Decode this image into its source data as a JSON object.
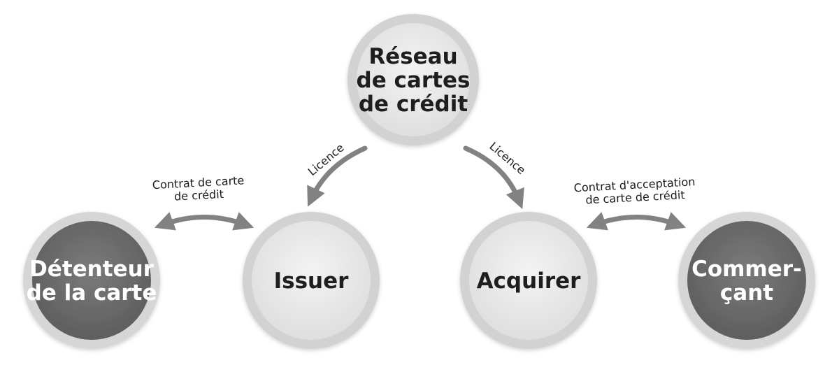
{
  "nodes": {
    "network": {
      "lines": [
        "Réseau",
        "de cartes",
        "de crédit"
      ],
      "style": "light"
    },
    "cardholder": {
      "lines": [
        "Détenteur",
        "de la carte"
      ],
      "style": "dark"
    },
    "issuer": {
      "lines": [
        "Issuer"
      ],
      "style": "light"
    },
    "acquirer": {
      "lines": [
        "Acquirer"
      ],
      "style": "light"
    },
    "merchant": {
      "lines": [
        "Commer-",
        "çant"
      ],
      "style": "dark"
    }
  },
  "edges": {
    "license_left": {
      "lines": [
        "Licence"
      ]
    },
    "license_right": {
      "lines": [
        "Licence"
      ]
    },
    "card_contract": {
      "lines": [
        "Contrat de carte",
        "de crédit"
      ]
    },
    "acceptance_contract": {
      "lines": [
        "Contrat d'acceptation",
        "de carte de crédit"
      ]
    }
  },
  "colors": {
    "light_fill": "#e9e9e9",
    "light_ring": "#d2d2d2",
    "dark_fill": "#6f6f6f",
    "dark_ring": "#d6d6d6",
    "arrow": "#828282",
    "text_dark": "#1e1e1e",
    "text_light": "#ffffff"
  }
}
